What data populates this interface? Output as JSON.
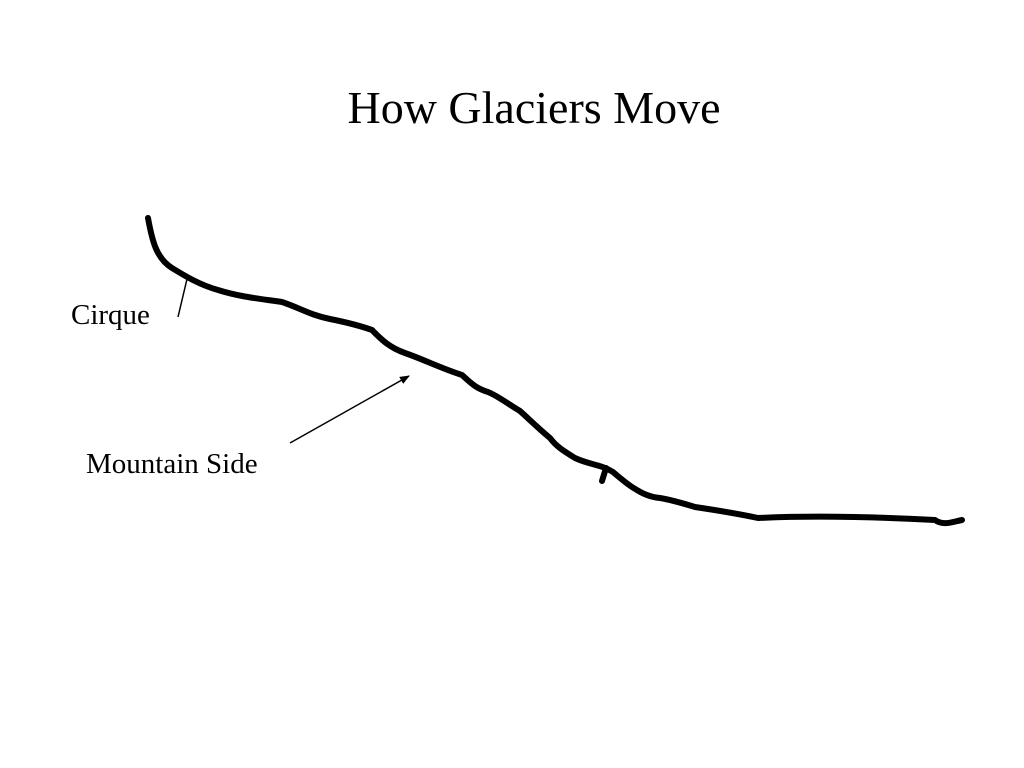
{
  "slide": {
    "title": "How Glaciers Move"
  },
  "labels": {
    "cirque": "Cirque",
    "mountain_side": "Mountain Side"
  },
  "colors": {
    "ink": "#000000",
    "background": "#ffffff"
  }
}
